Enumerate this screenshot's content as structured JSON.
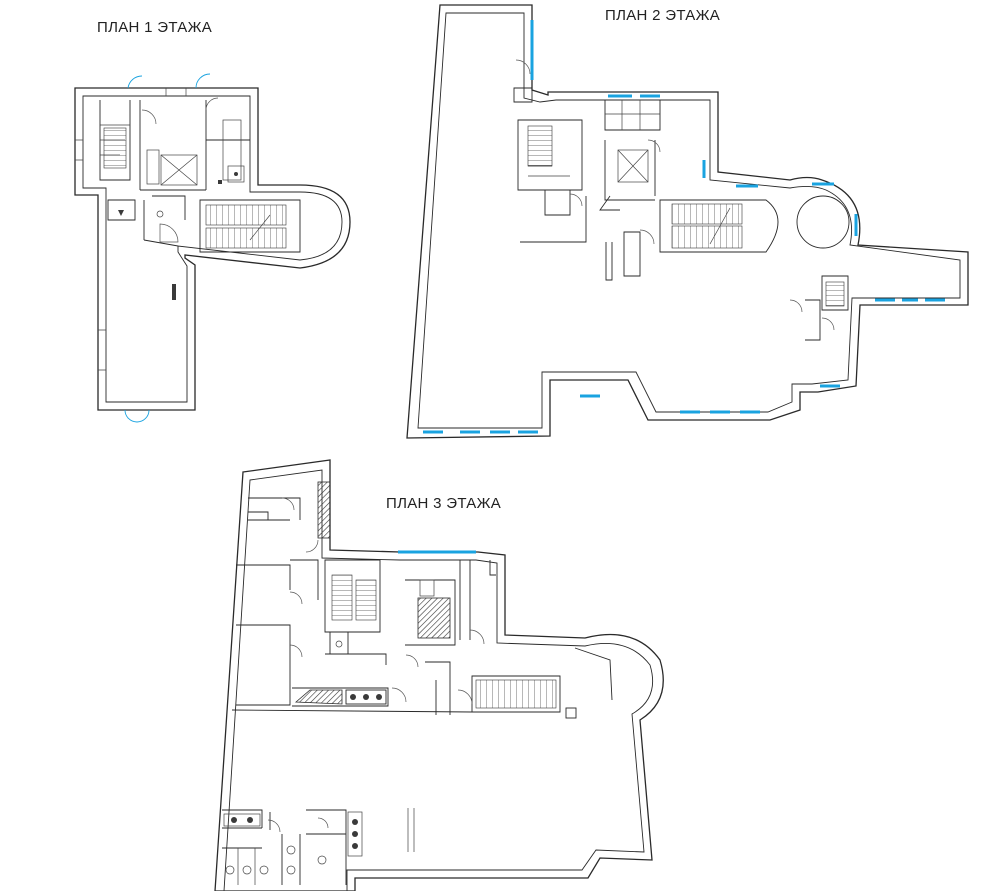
{
  "plans": [
    {
      "id": "floor-1",
      "title": "ПЛАН 1 ЭТАЖА"
    },
    {
      "id": "floor-2",
      "title": "ПЛАН 2 ЭТАЖА"
    },
    {
      "id": "floor-3",
      "title": "ПЛАН 3 ЭТАЖА"
    }
  ],
  "colors": {
    "wall": "#2a2a2a",
    "window": "#1aa3e0",
    "fixture": "#3a3a3a",
    "background": "#ffffff"
  }
}
